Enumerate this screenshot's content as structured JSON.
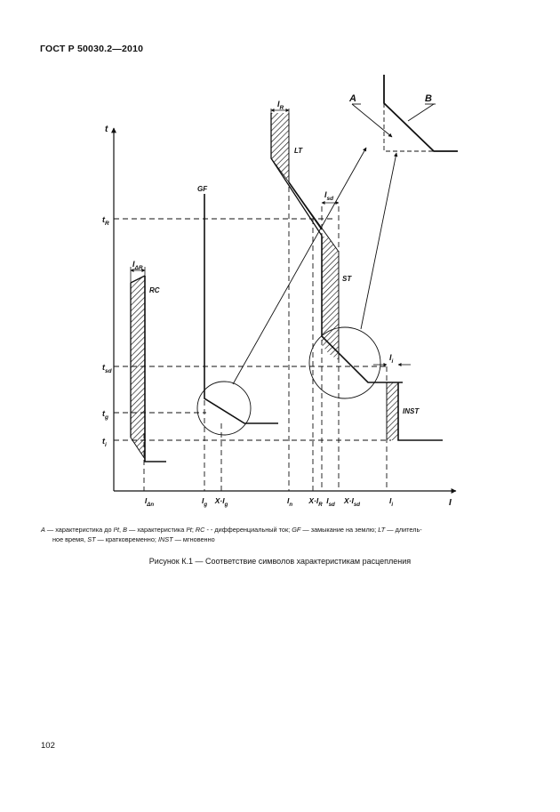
{
  "header": {
    "standard": "ГОСТ Р 50030.2—2010"
  },
  "diagram": {
    "axis_y": "t",
    "axis_x": "I",
    "y_labels": [
      {
        "main": "t",
        "sub": "R"
      },
      {
        "main": "t",
        "sub": "sd"
      },
      {
        "main": "t",
        "sub": "g"
      },
      {
        "main": "t",
        "sub": "i"
      }
    ],
    "x_labels": [
      {
        "pre": "",
        "main": "I",
        "sub": "Δn"
      },
      {
        "pre": "",
        "main": "I",
        "sub": "g"
      },
      {
        "pre": "X·",
        "main": "I",
        "sub": "g"
      },
      {
        "pre": "",
        "main": "I",
        "sub": "n"
      },
      {
        "pre": "X·",
        "main": "I",
        "sub": "R"
      },
      {
        "pre": "",
        "main": "I",
        "sub": "sd"
      },
      {
        "pre": "X·",
        "main": "I",
        "sub": "sd"
      },
      {
        "pre": "",
        "main": "I",
        "sub": "i"
      }
    ],
    "curve_labels": {
      "gf": "GF",
      "lt": "LT",
      "st": "ST",
      "rc": "RC",
      "inst": "INST",
      "a": "A",
      "b": "B"
    },
    "band_labels": {
      "ir": {
        "main": "I",
        "sub": "R"
      },
      "isd": {
        "main": "I",
        "sub": "sd"
      },
      "idn": {
        "main": "I",
        "sub": "ΔR"
      },
      "ii": {
        "main": "I",
        "sub": "i"
      }
    }
  },
  "caption": {
    "line1_parts": [
      {
        "t": "A",
        "i": true
      },
      {
        "t": " — характеристика до ",
        "i": false
      },
      {
        "t": "I",
        "i": true
      },
      {
        "t": "²",
        "i": false
      },
      {
        "t": "t",
        "i": true
      },
      {
        "t": ", ",
        "i": false
      },
      {
        "t": "B",
        "i": true
      },
      {
        "t": " — характеристика ",
        "i": false
      },
      {
        "t": "I",
        "i": true
      },
      {
        "t": "²",
        "i": false
      },
      {
        "t": "t",
        "i": true
      },
      {
        "t": "; ",
        "i": false
      },
      {
        "t": "RC",
        "i": true
      },
      {
        "t": " - - дифференциальный ток; ",
        "i": false
      },
      {
        "t": "GF",
        "i": true
      },
      {
        "t": " — замыкание на землю; ",
        "i": false
      },
      {
        "t": "LT",
        "i": true
      },
      {
        "t": " — длитель-",
        "i": false
      }
    ],
    "line2_parts": [
      {
        "t": "ное время, ",
        "i": false
      },
      {
        "t": "ST",
        "i": true
      },
      {
        "t": " — кратковременно; ",
        "i": false
      },
      {
        "t": "INST",
        "i": true
      },
      {
        "t": " — мгновенно",
        "i": false
      }
    ]
  },
  "figure_title": "Рисунок К.1 — Соответствие символов  характеристикам расцепления",
  "page_number": "102"
}
